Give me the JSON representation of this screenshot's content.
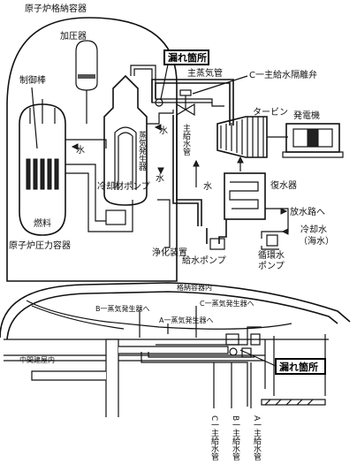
{
  "upper": {
    "containment": "原子炉格納容器",
    "pressurizer": "加圧器",
    "control_rods": "制御棒",
    "water_left": "水",
    "fuel": "燃料",
    "pressure_vessel": "原子炉圧力容器",
    "steam_generator": "蒸気発生器",
    "coolant_pump": "冷却材ポンプ",
    "purification": "浄化装置",
    "water_mid": "水",
    "water_sg": "水",
    "main_feed_pipe": "主給水管",
    "water_right": "水",
    "leak": "漏れ箇所",
    "main_steam_pipe": "主蒸気管",
    "c_isolation_valve": "C一主給水隔離弁",
    "turbine": "タービン",
    "generator": "発電機",
    "condenser": "復水器",
    "discharge": "放水路へ",
    "cooling_water": "冷却水",
    "seawater": "（海水）",
    "circulating_pump_1": "循環水",
    "circulating_pump_2": "ポンプ",
    "feed_pump": "給水ポンプ"
  },
  "lower": {
    "containment_inside": "格納容器内",
    "c_sg": "C一蒸気発生器へ",
    "b_sg": "B一蒸気発生器へ",
    "a_sg": "A一蒸気発生器へ",
    "leak": "漏れ箇所",
    "intermediate_building": "中間建屋内",
    "c_pipe": "C一主給水管",
    "b_pipe": "B一主給水管",
    "a_pipe": "A一主給水管"
  }
}
